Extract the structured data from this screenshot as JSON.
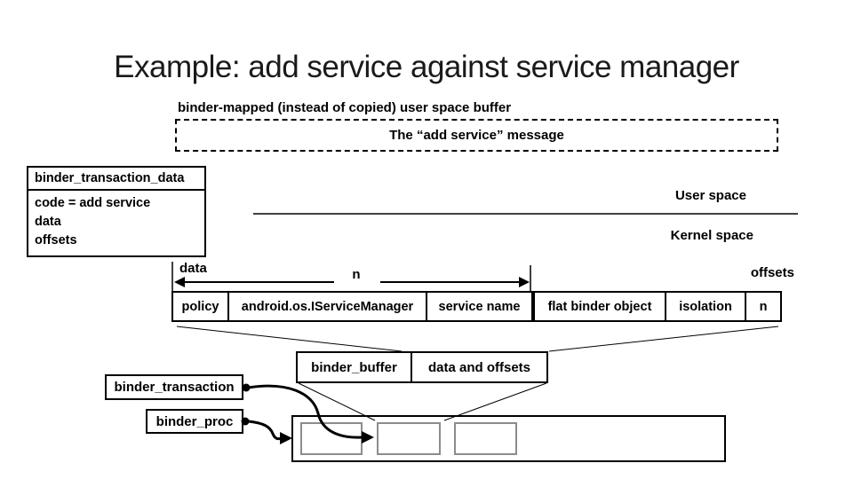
{
  "slide": {
    "title": "Example: add service against service manager",
    "buffer_note": "binder-mapped (instead of copied) user space buffer",
    "message_box_label": "The “add service” message"
  },
  "transaction_data_box": {
    "title": "binder_transaction_data",
    "fields": [
      "code = add service",
      "data",
      "offsets"
    ]
  },
  "memory_spaces": {
    "user": "User space",
    "kernel": "Kernel space"
  },
  "spans": {
    "data_label": "data",
    "length_label": "n",
    "offsets_label": "offsets"
  },
  "message_row": {
    "cells": [
      "policy",
      "android.os.IServiceManager",
      "service name",
      "flat binder object",
      "isolation",
      "n"
    ]
  },
  "buffer_box": {
    "cells": [
      "binder_buffer",
      "data and offsets"
    ]
  },
  "kernel_structs": {
    "transaction": "binder_transaction",
    "proc": "binder_proc"
  },
  "colors": {
    "line": "#000000",
    "inner_box_border": "#8c8c8c",
    "background": "#ffffff"
  }
}
